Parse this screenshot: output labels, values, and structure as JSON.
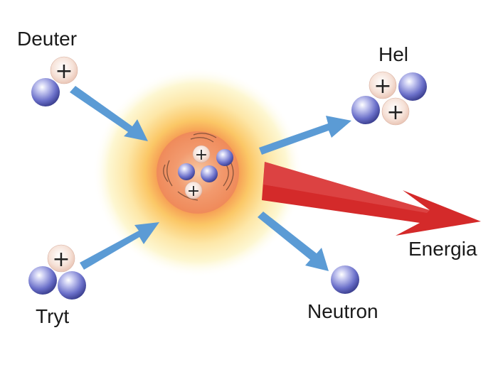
{
  "labels": {
    "deuterium": "Deuter",
    "tritium": "Tryt",
    "helium": "Hel",
    "neutron": "Neutron",
    "energy": "Energia"
  },
  "symbols": {
    "proton": "+"
  },
  "colors": {
    "arrow": "#5b9bd5",
    "energy_arrow": "#d42a2a",
    "proton_fill": "#f4d8cc",
    "neutron_fill": "#6a6fc9",
    "glow_outer": "#fbf7c8",
    "glow_mid": "#fde7a8",
    "glow_inner": "#f9b070",
    "core": "#f07f55"
  }
}
